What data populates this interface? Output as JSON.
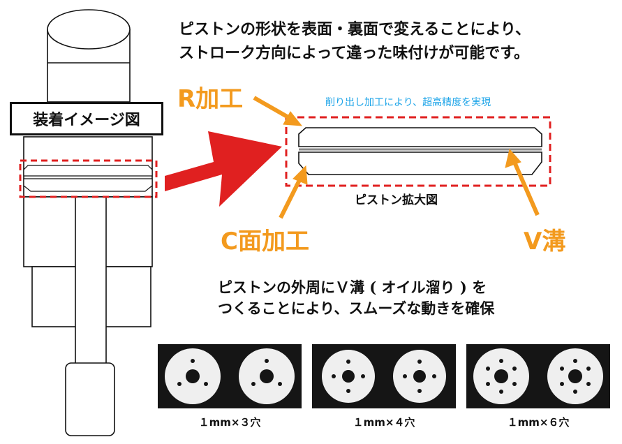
{
  "headline": {
    "line1": "ピストンの形状を表面・裏面で変えることにより、",
    "line2": "ストローク方向によって違った味付けが可能です。"
  },
  "mount_label": "装着イメージ図",
  "r_label": "R加工",
  "c_label": "C面加工",
  "v_label": "V溝",
  "precision_note": "削り出し加工により、超高精度を実現",
  "piston_caption": "ピストン拡大図",
  "middle_text": {
    "line1": "ピストンの外周にＶ溝 ( オイル溜り ) を",
    "line2": "つくることにより、スムーズな動きを確保"
  },
  "photos": [
    {
      "caption": "１mm×３穴",
      "holes": 3
    },
    {
      "caption": "１mm×４穴",
      "holes": 4
    },
    {
      "caption": "１mm×６穴",
      "holes": 6
    }
  ],
  "colors": {
    "accent_orange": "#f39a1e",
    "highlight_red": "#e02020",
    "note_blue": "#1aa3e8",
    "outline": "#111111"
  }
}
